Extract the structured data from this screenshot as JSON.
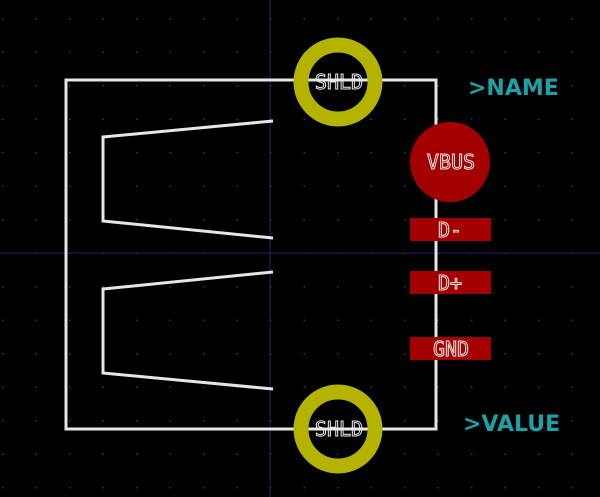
{
  "colors": {
    "background": "#000000",
    "grid_dot": "#3a3a3a",
    "crosshair": "#1f1f6e",
    "silkscreen": "#e6e6e6",
    "shield_ring": "#b3b300",
    "smd_pad": "#a50000",
    "reference_text": "#1aa2a8",
    "pad_text": "#e9e9e9"
  },
  "footprint": {
    "reference": ">NAME",
    "value": ">VALUE",
    "pads": {
      "shield_top": "SHLD",
      "shield_bottom": "SHLD",
      "vbus": "VBUS",
      "d_minus": "D-",
      "d_plus": "D+",
      "gnd": "GND"
    }
  }
}
